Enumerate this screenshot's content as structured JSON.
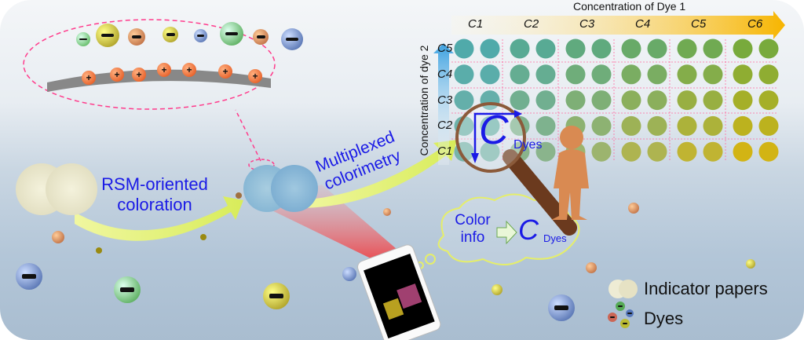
{
  "grid": {
    "title_x": "Concentration of Dye 1",
    "title_y": "Concentration of dye 2",
    "columns": [
      "C1",
      "C2",
      "C3",
      "C4",
      "C5",
      "C6"
    ],
    "rows": [
      "C5",
      "C4",
      "C3",
      "C2",
      "C1"
    ]
  },
  "labels": {
    "step1": "RSM-oriented coloration",
    "step2": "Multiplexed colorimetry",
    "magnifier_c": "C",
    "magnifier_sub": "Dyes",
    "cloud_line1": "Color",
    "cloud_line2": "info",
    "cloud_c": "C",
    "cloud_sub": "Dyes"
  },
  "legend": {
    "papers": "Indicator papers",
    "dyes": "Dyes"
  },
  "colors": {
    "text_blue": "#1a1ae6",
    "arrow_yellow": "#e6f06a",
    "arrow_orange": "#f7b500",
    "dash_pink": "#ff3c8c"
  }
}
